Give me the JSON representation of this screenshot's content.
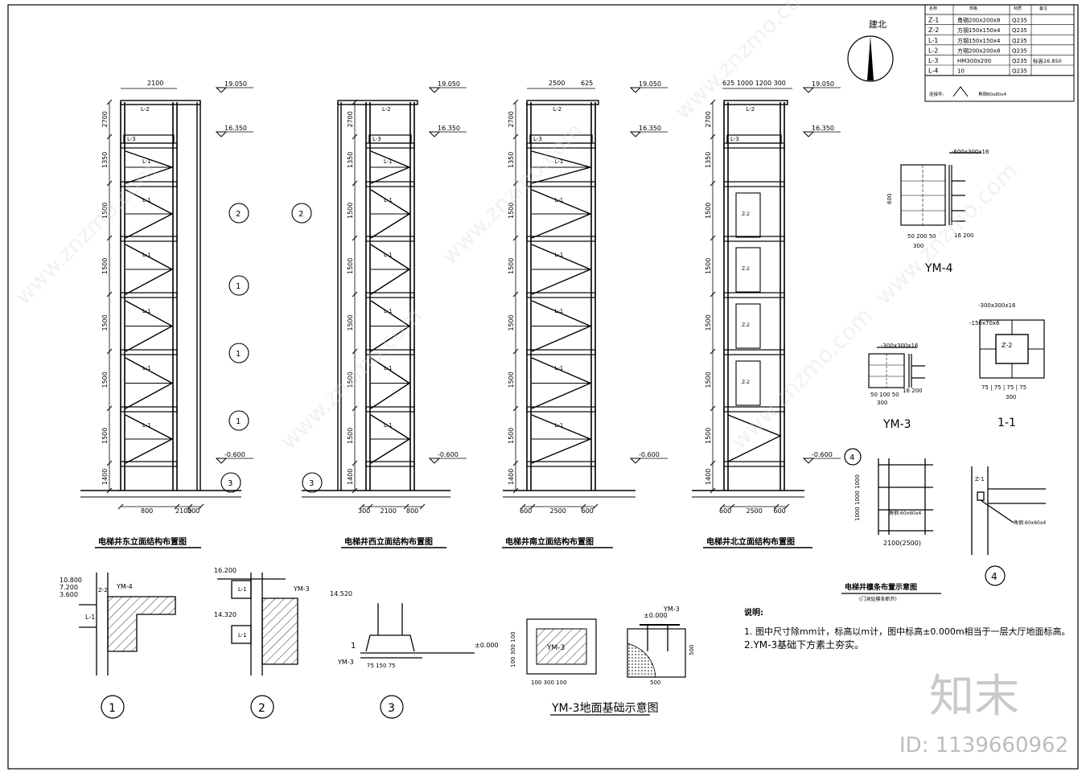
{
  "drawing": {
    "north_label": "建北",
    "notes_title": "说明:",
    "notes": [
      "1.  图中尺寸除mm计，标高以m计，图中标高±0.000m相当于一层大厅地面标高。",
      "2.YM-3基础下方素土夯实。"
    ],
    "material_table": {
      "headers": [
        "名称",
        "规格",
        "材质",
        "备注"
      ],
      "rows": [
        [
          "Z-1",
          "角钢200x200x8",
          "Q235",
          ""
        ],
        [
          "Z-2",
          "方钢150x150x4",
          "Q235",
          ""
        ],
        [
          "L-1",
          "方钢150x150x4",
          "Q235",
          ""
        ],
        [
          "L-2",
          "方钢200x200x8",
          "Q235",
          ""
        ],
        [
          "L-3",
          "HM300x200",
          "Q235",
          "标高16.850"
        ],
        [
          "L-4",
          "10",
          "Q235",
          ""
        ]
      ],
      "footer_left": "连接件:",
      "footer_right": "角钢80x80x4"
    },
    "elevations": {
      "east_title": "电梯井东立面结构布置图",
      "west_title": "电梯井西立面结构布置图",
      "south_title": "电梯井南立面结构布置图",
      "north_title": "电梯井北立面结构布置图",
      "levels": [
        "19.050",
        "16.850",
        "16.350",
        "14.520",
        "10.800",
        "7.200",
        "3.600",
        "±0.000",
        "-0.600"
      ],
      "dims_left": [
        "2700",
        "1350",
        "1500",
        "1500",
        "1500",
        "1500",
        "1500",
        "1400"
      ],
      "east_bottom": [
        "800",
        "2100",
        "300"
      ],
      "west_bottom": [
        "300",
        "2100",
        "800"
      ],
      "south_bottom": [
        "600",
        "2500",
        "600"
      ],
      "north_bottom": [
        "600",
        "2500",
        "600"
      ],
      "east_top": "2100",
      "south_top": [
        "2500",
        "625"
      ],
      "north_top": "625 1000  1200 300"
    },
    "details": {
      "ym4": "YM-4",
      "ym3": "YM-3",
      "sec11": "1-1",
      "ym4_plate": "-600x300x16",
      "ym3_plate": "-300x300x16",
      "sec_plate": "-300x300x16",
      "sec_rib": "-150x70x6",
      "ym3_ground_title": "YM-3地面基础示意图",
      "purlin_title": "电梯井檩条布置示意图",
      "purlin_sub": "(门洞处檩条断开)",
      "purlin_dim": "2100(2500)",
      "purlin_note": "角钢:60x60x4",
      "circle_labels": [
        "1",
        "2",
        "3",
        "4"
      ]
    },
    "watermark": {
      "brand": "知末",
      "id_text": "ID: 1139660962",
      "site": "www.znzmo.com"
    }
  }
}
